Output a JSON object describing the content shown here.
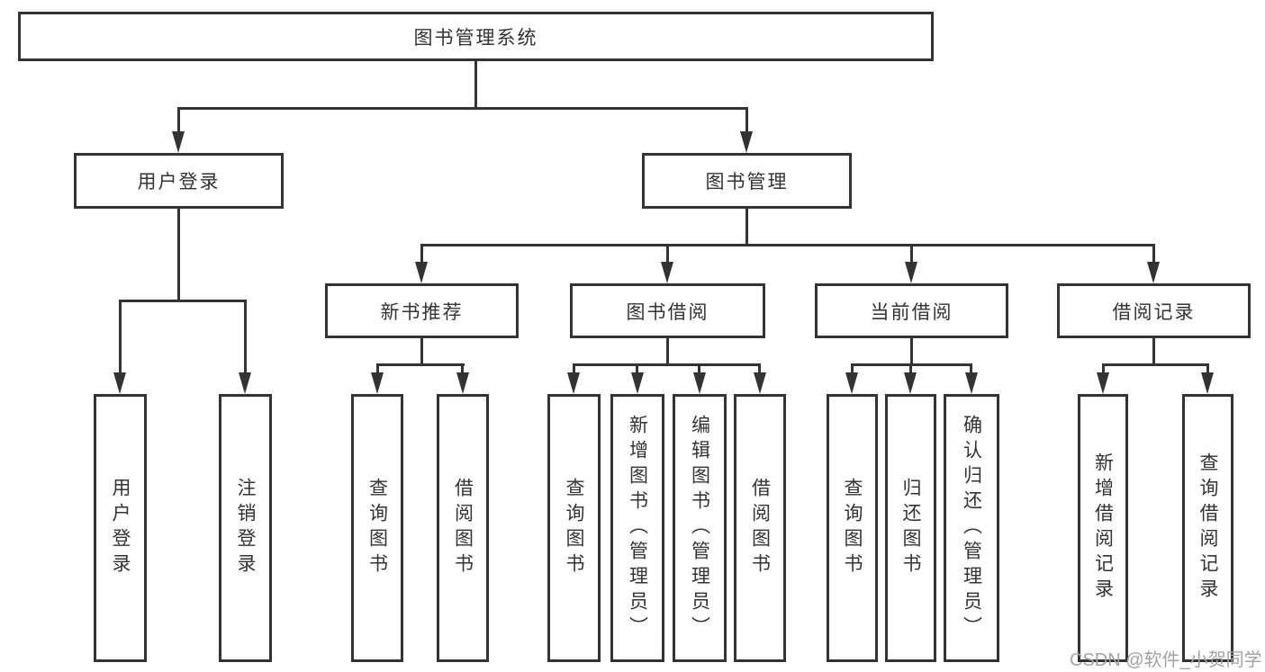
{
  "diagram": {
    "title": "图书管理系统",
    "level2": [
      {
        "label": "用户登录"
      },
      {
        "label": "图书管理"
      }
    ],
    "level3": [
      {
        "label": "新书推荐",
        "parent": "图书管理"
      },
      {
        "label": "图书借阅",
        "parent": "图书管理"
      },
      {
        "label": "当前借阅",
        "parent": "图书管理"
      },
      {
        "label": "借阅记录",
        "parent": "图书管理"
      }
    ],
    "leaves": [
      {
        "label": "用户登录",
        "parent": "用户登录"
      },
      {
        "label": "注销登录",
        "parent": "用户登录"
      },
      {
        "label": "查询图书",
        "parent": "新书推荐"
      },
      {
        "label": "借阅图书",
        "parent": "新书推荐"
      },
      {
        "label": "查询图书",
        "parent": "图书借阅"
      },
      {
        "label": "新增图书（管理员）",
        "parent": "图书借阅"
      },
      {
        "label": "编辑图书（管理员）",
        "parent": "图书借阅"
      },
      {
        "label": "借阅图书",
        "parent": "图书借阅"
      },
      {
        "label": "查询图书",
        "parent": "当前借阅"
      },
      {
        "label": "归还图书",
        "parent": "当前借阅"
      },
      {
        "label": "确认归还（管理员）",
        "parent": "当前借阅"
      },
      {
        "label": "新增借阅记录",
        "parent": "借阅记录"
      },
      {
        "label": "查询借阅记录",
        "parent": "借阅记录"
      }
    ],
    "colors": {
      "line": "#333333",
      "text": "#333333",
      "background": "#ffffff",
      "watermark": "#a3a3a3"
    }
  },
  "watermark": {
    "text": "CSDN @软件_小贺同学"
  }
}
